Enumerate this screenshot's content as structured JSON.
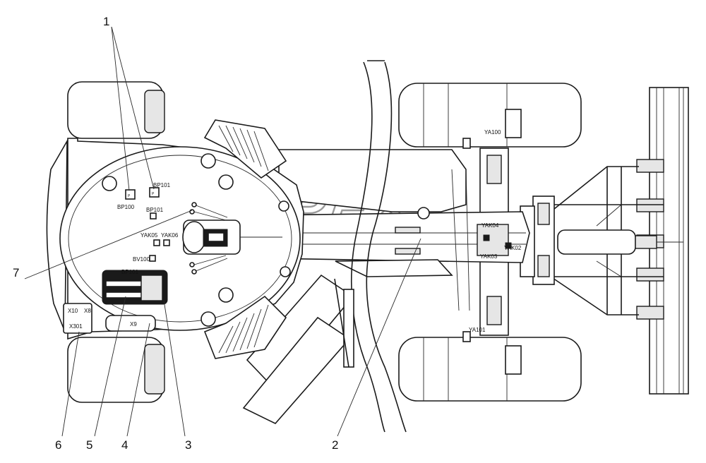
{
  "callouts": {
    "c1": "1",
    "c2": "2",
    "c3": "3",
    "c4": "4",
    "c5": "5",
    "c6": "6",
    "c7": "7"
  },
  "component_labels": {
    "bp100": "BP100",
    "bp101": "BP101",
    "bp101b": "BP101",
    "yak05": "YAK05",
    "yak06": "YAK06",
    "bv100": "BV100",
    "x9": "X9",
    "x10": "X10",
    "x8": "X8",
    "x301": "X301",
    "ya100": "YA100",
    "ya101": "YA101",
    "yak04": "YAK04",
    "yak03": "YAK03",
    "yak02": "YAK02"
  },
  "watermark": "OPEX"
}
